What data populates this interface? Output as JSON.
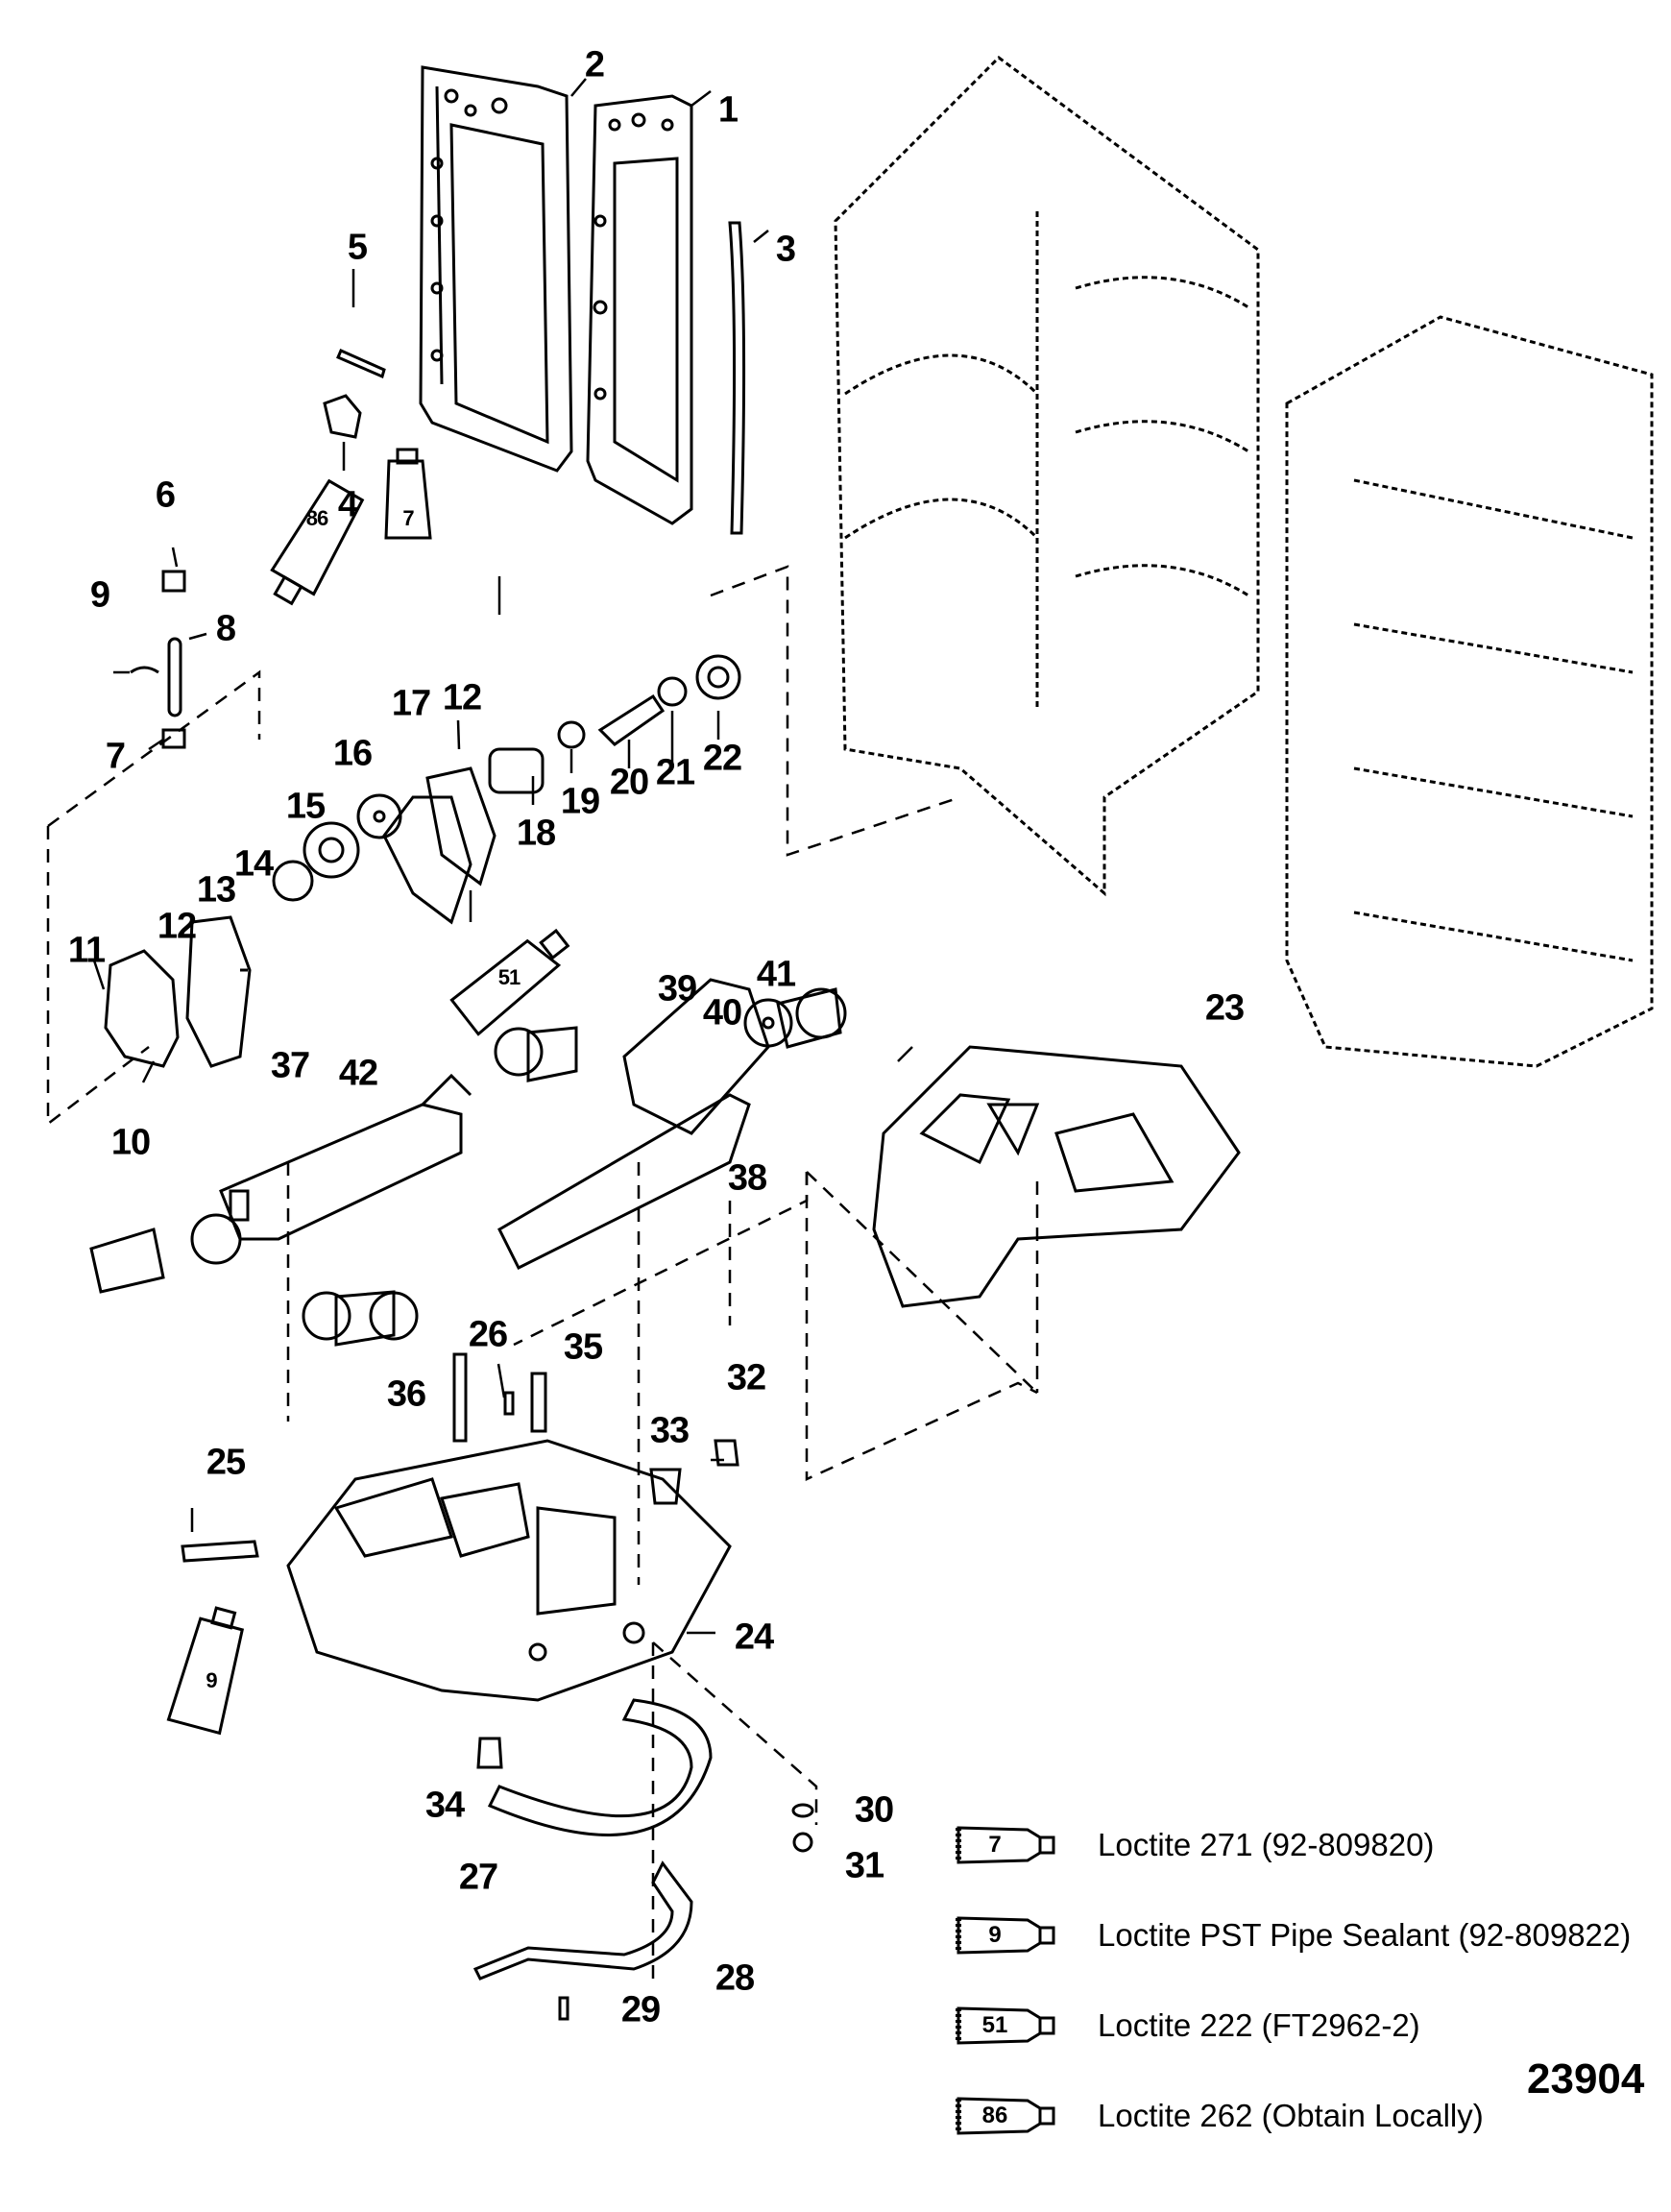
{
  "diagram": {
    "type": "exploded-parts-diagram",
    "figure_id": "23904",
    "callouts": [
      "1",
      "2",
      "3",
      "4",
      "5",
      "6",
      "7",
      "7",
      "8",
      "9",
      "9",
      "10",
      "11",
      "12",
      "12",
      "13",
      "14",
      "15",
      "16",
      "17",
      "18",
      "19",
      "20",
      "21",
      "22",
      "23",
      "24",
      "25",
      "26",
      "27",
      "28",
      "29",
      "30",
      "31",
      "32",
      "33",
      "34",
      "35",
      "36",
      "37",
      "38",
      "39",
      "40",
      "41",
      "42"
    ],
    "tube_labels": {
      "t7": "7",
      "t86": "86",
      "t51": "51",
      "t9": "9"
    }
  },
  "legend": [
    {
      "tube": "7",
      "text": "Loctite 271 (92-809820)"
    },
    {
      "tube": "9",
      "text": "Loctite PST Pipe Sealant (92-809822)"
    },
    {
      "tube": "51",
      "text": "Loctite 222  (FT2962-2)"
    },
    {
      "tube": "86",
      "text": "Loctite 262  (Obtain Locally)"
    }
  ]
}
